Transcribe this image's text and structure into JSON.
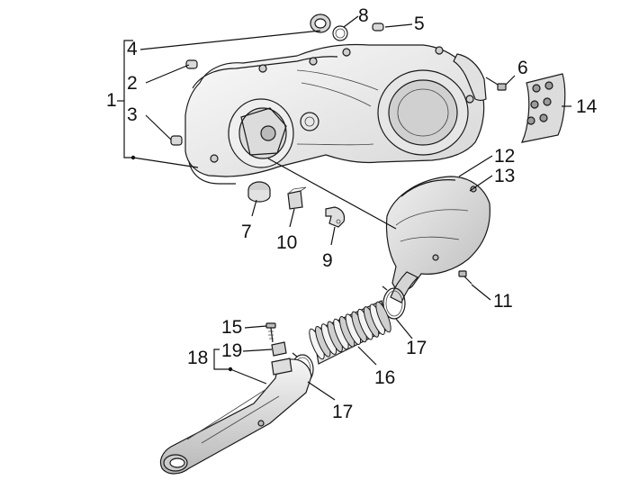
{
  "colors": {
    "line": "#111111",
    "part_light": "#f2f2f2",
    "part_mid": "#d9d9d9",
    "part_dark": "#9a9a9a",
    "background": "#ffffff"
  },
  "callouts": [
    {
      "id": "1",
      "text": "1"
    },
    {
      "id": "2",
      "text": "2"
    },
    {
      "id": "3",
      "text": "3"
    },
    {
      "id": "4",
      "text": "4"
    },
    {
      "id": "5",
      "text": "5"
    },
    {
      "id": "6",
      "text": "6"
    },
    {
      "id": "7",
      "text": "7"
    },
    {
      "id": "8",
      "text": "8"
    },
    {
      "id": "9",
      "text": "9"
    },
    {
      "id": "10",
      "text": "10"
    },
    {
      "id": "11",
      "text": "11"
    },
    {
      "id": "12",
      "text": "12"
    },
    {
      "id": "13",
      "text": "13"
    },
    {
      "id": "14",
      "text": "14"
    },
    {
      "id": "15",
      "text": "15"
    },
    {
      "id": "16",
      "text": "16"
    },
    {
      "id": "17a",
      "text": "17"
    },
    {
      "id": "17b",
      "text": "17"
    },
    {
      "id": "18",
      "text": "18"
    },
    {
      "id": "19",
      "text": "19"
    }
  ]
}
